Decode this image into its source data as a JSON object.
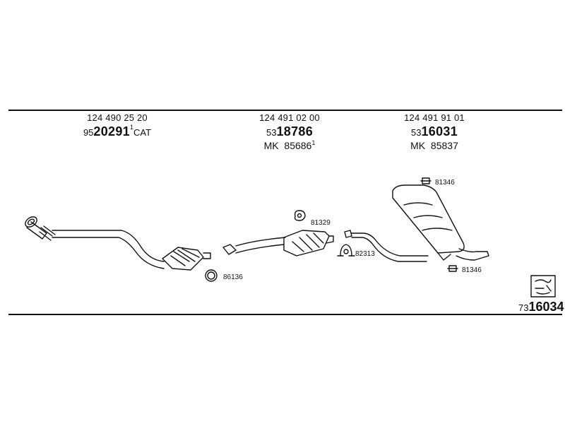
{
  "parts": [
    {
      "oe_number": "124 490 25 20",
      "code_prefix": "95",
      "code_main": "20291",
      "code_sup": "1",
      "code_suffix": "CAT",
      "mk_label": "",
      "mk_number": "",
      "mk_sup": ""
    },
    {
      "oe_number": "124 491 02 00",
      "code_prefix": "53",
      "code_main": "18786",
      "code_sup": "",
      "code_suffix": "",
      "mk_label": "MK",
      "mk_number": "85686",
      "mk_sup": "1"
    },
    {
      "oe_number": "124 491 91 01",
      "code_prefix": "53",
      "code_main": "16031",
      "code_sup": "",
      "code_suffix": "",
      "mk_label": "MK",
      "mk_number": "85837",
      "mk_sup": ""
    }
  ],
  "fittings": [
    {
      "label": "86136",
      "icon": "seal-ring-icon"
    },
    {
      "label": "81329",
      "icon": "rubber-hanger-icon"
    },
    {
      "label": "82313",
      "icon": "pipe-clamp-icon"
    },
    {
      "label": "81346",
      "icon": "rubber-mount-icon"
    },
    {
      "label": "81346",
      "icon": "rubber-mount-icon"
    }
  ],
  "kit": {
    "prefix": "73",
    "main": "16034",
    "icon": "kit-box-icon"
  }
}
